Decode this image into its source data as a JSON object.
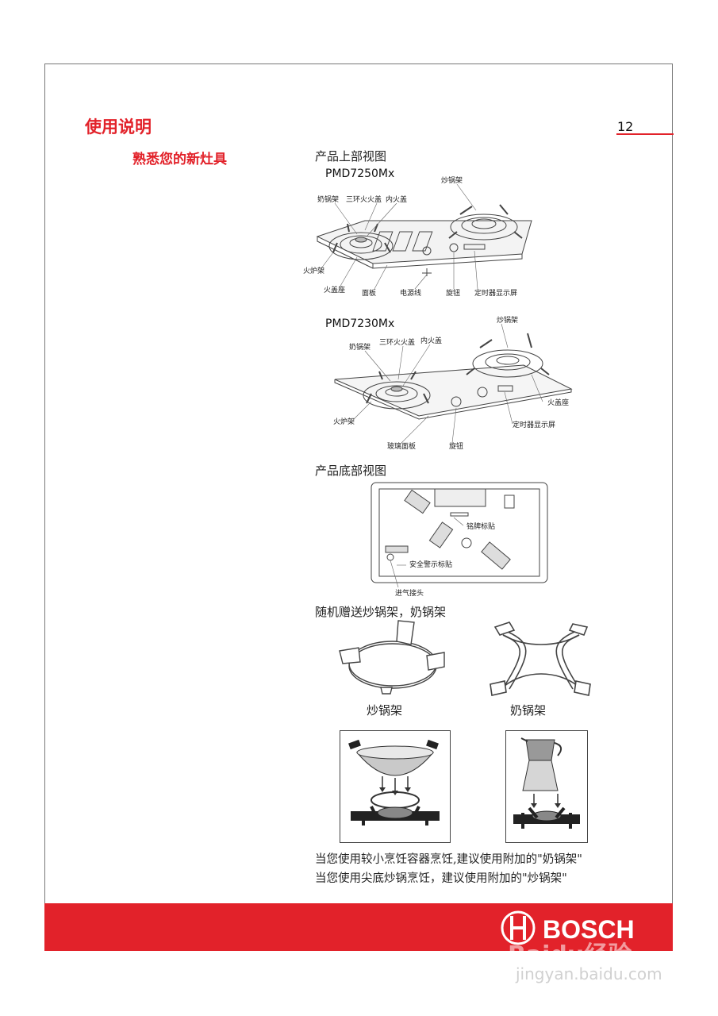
{
  "header": {
    "section_title": "使用说明",
    "subsection_title": "熟悉您的新灶具",
    "page_number": "12"
  },
  "top_view": {
    "heading": "产品上部视图",
    "model_a": {
      "name": "PMD7250Mx",
      "labels": {
        "wok_stand": "炒锅架",
        "milk_stand": "奶锅架",
        "triple_ring": "三环火火盖",
        "inner_cap": "内火盖",
        "burner_stand": "火炉架",
        "cap_seat": "火盖座",
        "panel": "面板",
        "power_cord": "电源线",
        "knob": "旋钮",
        "timer_display": "定时器显示屏"
      }
    },
    "model_b": {
      "name": "PMD7230Mx",
      "labels": {
        "wok_stand": "炒锅架",
        "milk_stand": "奶锅架",
        "triple_ring": "三环火火盖",
        "inner_cap": "内火盖",
        "burner_stand": "火炉架",
        "cap_seat": "火盖座",
        "glass_panel": "玻璃面板",
        "knob": "旋钮",
        "timer_display": "定时器显示屏"
      }
    }
  },
  "bottom_view": {
    "heading": "产品底部视图",
    "labels": {
      "nameplate": "铭牌标贴",
      "safety_warning": "安全警示标贴",
      "gas_inlet": "进气接头"
    }
  },
  "accessories": {
    "heading": "随机赠送炒锅架，奶锅架",
    "wok_stand_caption": "炒锅架",
    "milk_stand_caption": "奶锅架"
  },
  "notes": {
    "line1": "当您使用较小烹饪容器烹饪,建议使用附加的\"奶锅架\"",
    "line2": "当您使用尖底炒锅烹饪，建议使用附加的\"炒锅架\""
  },
  "footer": {
    "brand": "BOSCH",
    "watermark": "Baidu经验",
    "watermark_url": "jingyan.baidu.com"
  },
  "colors": {
    "brand_red": "#e2222a"
  }
}
